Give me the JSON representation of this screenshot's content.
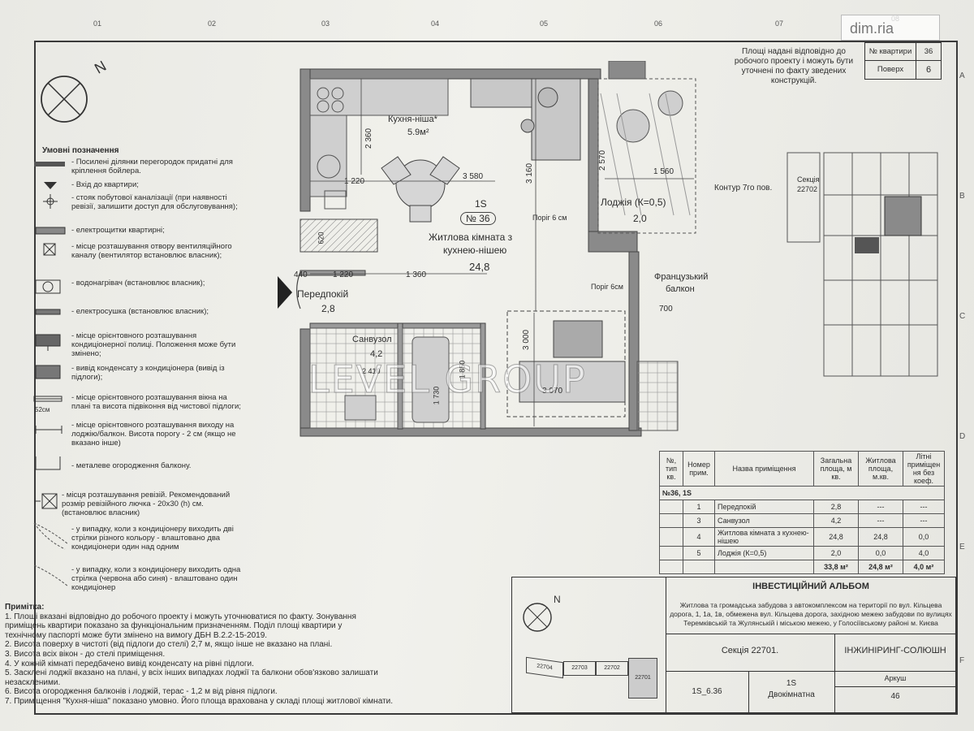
{
  "logo": "dim.ria",
  "grid": {
    "columns": [
      "01",
      "02",
      "03",
      "04",
      "05",
      "06",
      "07",
      "08"
    ],
    "rows": [
      "A",
      "B",
      "C",
      "D",
      "E",
      "F"
    ]
  },
  "header": {
    "disclaimer": "Площі надані відповідно до робочого проекту і можуть бути уточнені по факту зведених конструкцій.",
    "apt_label": "№ квартири",
    "apt_value": "36",
    "floor_label": "Поверх",
    "floor_value": "6"
  },
  "plan": {
    "kitchen_name": "Кухня-ніша*",
    "kitchen_area": "5.9м²",
    "apt_type": "1S",
    "apt_no": "№ 36",
    "living_name_1": "Житлова кімната з",
    "living_name_2": "кухнею-нішею",
    "living_area": "24,8",
    "loggia_name": "Лоджія (К=0,5)",
    "loggia_area": "2,0",
    "hall_name": "Передпокій",
    "hall_area": "2,8",
    "bath_name": "Санвузол",
    "bath_area": "4,2",
    "threshold_1": "Поріг 6 см",
    "threshold_2": "Поріг 6см",
    "contour": "Контур 7го пов.",
    "french_balcony_1": "Французький",
    "french_balcony_2": "балкон",
    "dims": {
      "d2360": "2 360",
      "d1220a": "1 220",
      "d3580": "3 580",
      "d3160": "3 160",
      "d2570": "2 570",
      "d1560": "1 560",
      "d620": "620",
      "d440": "440",
      "d1220b": "1 220",
      "d1360": "1 360",
      "d700": "700",
      "d3000": "3 000",
      "d2410": "2 410",
      "d1730": "1 730",
      "d1850": "1 850",
      "d3070": "3 070"
    }
  },
  "watermark": "LEVEL GROUP",
  "section_plan": {
    "label_1": "Секція",
    "label_2": "22702"
  },
  "legend": {
    "title": "Умовні позначення",
    "items": [
      "- Посилені ділянки перегородок придатні для кріплення бойлера.",
      "- Вхід до квартири;",
      "- стояк побутової каналізації (при наявності ревізії, залишити доступ для обслуговування);",
      "- електрощитки квартирні;",
      "- місце розташування отвору вентиляційного каналу (вентилятор встановлює власник);",
      "- водонагрівач (встановлює власник);",
      "- електросушка (встановлює власник);",
      "- місце орієнтовного розташування кондиціонерної полиці. Положення може бути змінено;",
      "- вивід конденсату з кондиціонера (вивід із підлоги);",
      "- місце орієнтовного розташування вікна на плані та висота підвіконня від чистової підлоги;",
      "- місце орієнтовного розташування виходу на лоджію/балкон. Висота порогу - 2 см (якщо не вказано інше)",
      "- металеве огородження балкону.",
      "- місця розташування ревізій. Рекомендований розмір ревізійного лючка - 20х30 (h) см.(встановлює власник)",
      "- у випадку, коли з кондиціонеру виходить дві стрілки різного кольору - влаштовано два кондиціонери один над одним",
      "- у випадку, коли з кондиціонеру виходить одна стрілка (червона або синя) - влаштовано один кондиціонер"
    ],
    "window_note": "52см"
  },
  "notes": {
    "title": "Примітка:",
    "lines": [
      "1. Площі вказані відповідно до робочого проекту і можуть уточнюватися по факту. Зонування",
      "приміщень квартири показано за функціональним призначенням. Поділ площі квартири у",
      "технічному паспорті може бути змінено на вимогу ДБН В.2.2-15-2019.",
      "2. Висота поверху в чистоті (від підлоги до стелі) 2,7 м, якщо інше не вказано на плані.",
      "3. Висота всіх вікон - до стелі приміщення.",
      "4. У кожній кімнаті передбачено вивід конденсату на рівні підлоги.",
      "5. Засклені лоджії вказано на плані, у всіх інших випадках лоджії та балкони обов'язково залишати",
      "незаскленими.",
      "6. Висота огородження балконів і лоджій, терас - 1,2 м від рівня підлоги.",
      "7. Приміщення \"Кухня-ніша\" показано умовно. Його площа врахована у складі площі житлової кімнати."
    ]
  },
  "table": {
    "headers": [
      "№, тип кв.",
      "Номер прим.",
      "Назва приміщення",
      "Загальна площа, м кв.",
      "Житлова площа, м.кв.",
      "Літні приміщен ня без коеф."
    ],
    "group": "№36, 1S",
    "rows": [
      [
        "",
        "1",
        "Передпокій",
        "2,8",
        "---",
        "---"
      ],
      [
        "",
        "3",
        "Санвузол",
        "4,2",
        "---",
        "---"
      ],
      [
        "",
        "4",
        "Житлова кімната з кухнею-нішею",
        "24,8",
        "24,8",
        "0,0"
      ],
      [
        "",
        "5",
        "Лоджія (К=0,5)",
        "2,0",
        "0,0",
        "4,0"
      ]
    ],
    "totals": [
      "",
      "",
      "",
      "33,8 м²",
      "24,8 м²",
      "4,0 м²"
    ]
  },
  "title_block": {
    "album": "ІНВЕСТИЦІЙНИЙ АЛЬБОМ",
    "project": "Житлова та громадська забудова з автокомплексом на території по вул. Кільцева дорога, 1, 1а, 1в, обмежена вул. Кільцева дорога, західною межею забудови по вулицях Теремківській та Жулянській і міською межею, у Голосіївському районі м. Києва",
    "section": "Секція 22701.",
    "company": "ІНЖИНІРИНГ-СОЛЮШН",
    "sheet_label": "Аркуш",
    "sheet_no": "46",
    "code": "1S_6.36",
    "apt_type": "1S",
    "apt_desc": "Двокімнатна",
    "key_sections": [
      "22704",
      "22703",
      "22702",
      "22701"
    ]
  }
}
